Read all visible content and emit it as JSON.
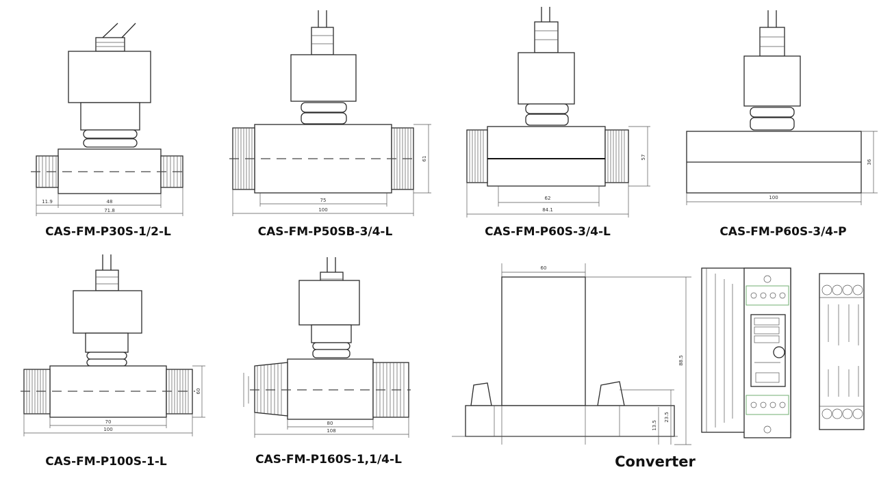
{
  "captions": {
    "p30s": "CAS-FM-P30S-1/2-L",
    "p50sb": "CAS-FM-P50SB-3/4-L",
    "p60s_l": "CAS-FM-P60S-3/4-L",
    "p60s_p": "CAS-FM-P60S-3/4-P",
    "p100s": "CAS-FM-P100S-1-L",
    "p160s": "CAS-FM-P160S-1,1/4-L",
    "converter": "Converter"
  },
  "dimensions": {
    "p30s_total": "71.8",
    "p30s_body": "48",
    "p30s_thread": "11.9",
    "p50sb_height": "61",
    "p50sb_body": "75",
    "p50sb_total": "100",
    "p60s_l_height": "57",
    "p60s_l_body": "62",
    "p60s_l_total": "84.1",
    "p60s_p_height": "36",
    "p60s_p_total": "100",
    "p100s_height": "60",
    "p100s_body": "70",
    "p100s_total": "100",
    "p160s_body": "80",
    "p160s_total": "108",
    "conv_width": "60",
    "conv_height": "88.5",
    "conv_small1": "13.5",
    "conv_small2": "23.5"
  }
}
